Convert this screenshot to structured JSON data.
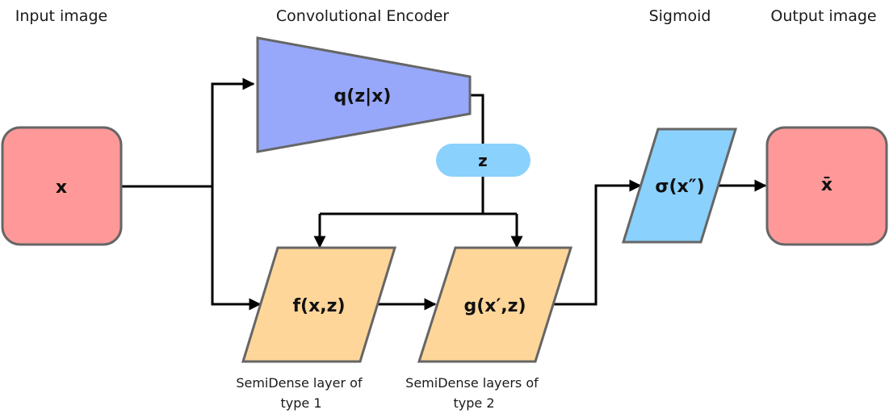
{
  "headers": {
    "input": "Input image",
    "encoder": "Convolutional Encoder",
    "sigmoid": "Sigmoid",
    "output": "Output image"
  },
  "nodes": {
    "input": "x",
    "encoder": "q(z|x)",
    "latent": "z",
    "f_layer": "f(x,z)",
    "g_layer": "g(x′,z)",
    "sigmoid": "σ(x″)",
    "output": "x̄"
  },
  "captions": {
    "f_layer": [
      "SemiDense layer of",
      "type 1"
    ],
    "g_layer": [
      "SemiDense layers of",
      "type 2"
    ]
  },
  "colors": {
    "input_output": "#ff9999",
    "encoder": "#97a8fb",
    "latent": "#8ad1fd",
    "semidense": "#ffd699",
    "sigmoid": "#8ad1fd",
    "stroke": "#666666",
    "edge": "#000000"
  }
}
